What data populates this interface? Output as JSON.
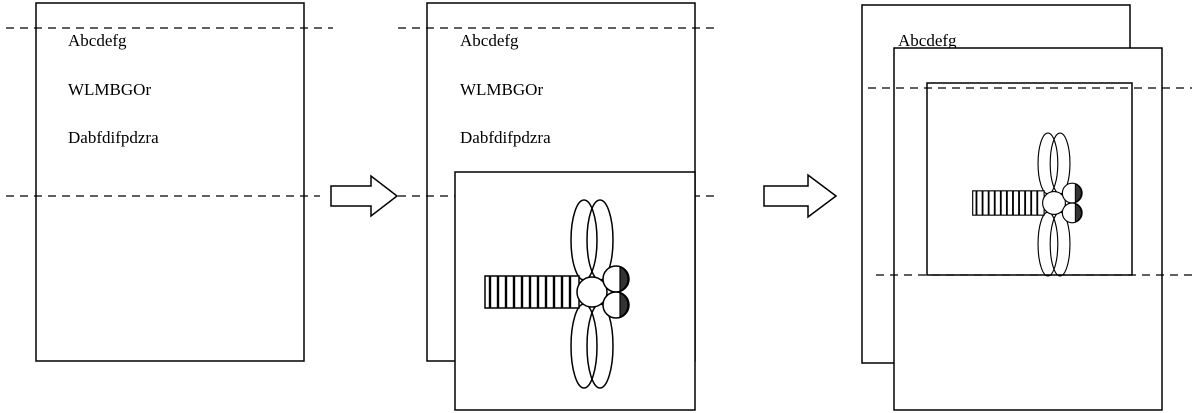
{
  "panels": [
    {
      "lines": [
        "Abcdefg",
        "WLMBGOr",
        "Dabfdifpdzra"
      ]
    },
    {
      "lines": [
        "Abcdefg",
        "WLMBGOr",
        "Dabfdifpdzra"
      ]
    },
    {
      "lines": [
        "Abcdefg"
      ]
    }
  ],
  "colors": {
    "stroke": "#000000",
    "wing_stroke_faded": "#777777",
    "eye_fill": "#333333",
    "background": "#ffffff"
  },
  "icons": [
    "right-arrow-icon",
    "dragonfly-icon"
  ]
}
